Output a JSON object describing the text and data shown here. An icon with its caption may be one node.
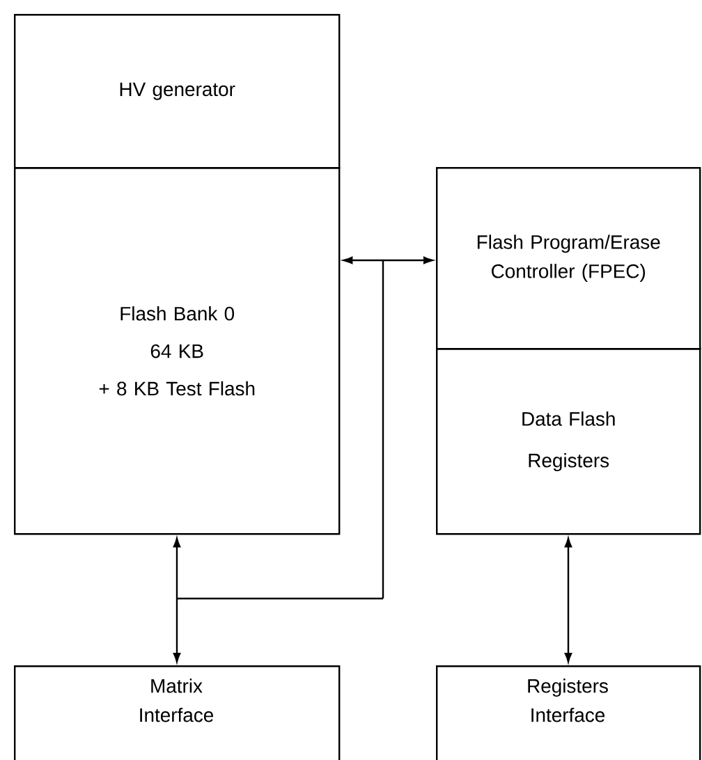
{
  "diagram": {
    "nodes": [
      {
        "text": [
          "HV generator"
        ]
      },
      {
        "text": [
          "Flash Bank 0",
          "64 KB",
          "+ 8 KB Test Flash"
        ]
      },
      {
        "text": [
          "Flash Program/Erase Controller (FPEC)"
        ]
      },
      {
        "text": [
          "Data Flash Registers"
        ]
      },
      {
        "text": [
          "Matrix Interface"
        ]
      },
      {
        "text": [
          "Registers Interface"
        ]
      }
    ],
    "edges": [
      {
        "from": 1,
        "to": 2,
        "arrow": "both"
      },
      {
        "from": 1,
        "to": 4,
        "arrow": "both"
      },
      {
        "from": 2,
        "to": 4,
        "arrow": "both"
      },
      {
        "from": 3,
        "to": 5,
        "arrow": "both"
      }
    ]
  }
}
